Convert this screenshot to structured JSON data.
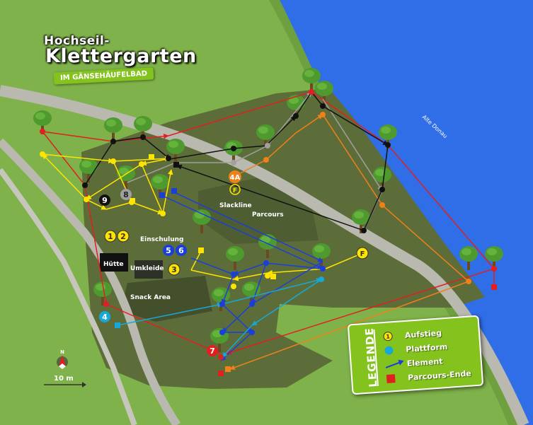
{
  "title": {
    "line1": "Hochseil-",
    "line2": "Klettergarten",
    "subtitle": "IM GÄNSEHÄUFELBAD"
  },
  "areas": {
    "slackline": "Slackline",
    "parcours": "Parcours",
    "einschulung": "Einschulung",
    "huette": "Hütte",
    "umkleide": "Umkleide",
    "snack": "Snack Area",
    "water": "Alte Donau"
  },
  "markers": {
    "m1": "1",
    "m2": "2",
    "m3": "3",
    "m4": "4",
    "m5": "5",
    "m6": "6",
    "m7": "7",
    "m8": "8",
    "m9": "9",
    "m4A": "4A",
    "mF": "F"
  },
  "scale": {
    "north": "N",
    "label": "10 m"
  },
  "legend": {
    "title": "LEGENDE",
    "items": {
      "aufstieg": "Aufstieg",
      "plattform": "Plattform",
      "element": "Element",
      "ende": "Parcours-Ende"
    }
  },
  "colors": {
    "grass": "#7fb24a",
    "park_dark": "#5d6d3a",
    "water": "#2f6ee6",
    "path": "#b9b9b0",
    "red": "#e02020",
    "black": "#111111",
    "grey": "#a0a0a0",
    "orange": "#f08018",
    "yellow": "#ffe400",
    "blue": "#1a3fd8",
    "lightblue": "#18a8d8",
    "legend_bg": "#84c21e"
  }
}
